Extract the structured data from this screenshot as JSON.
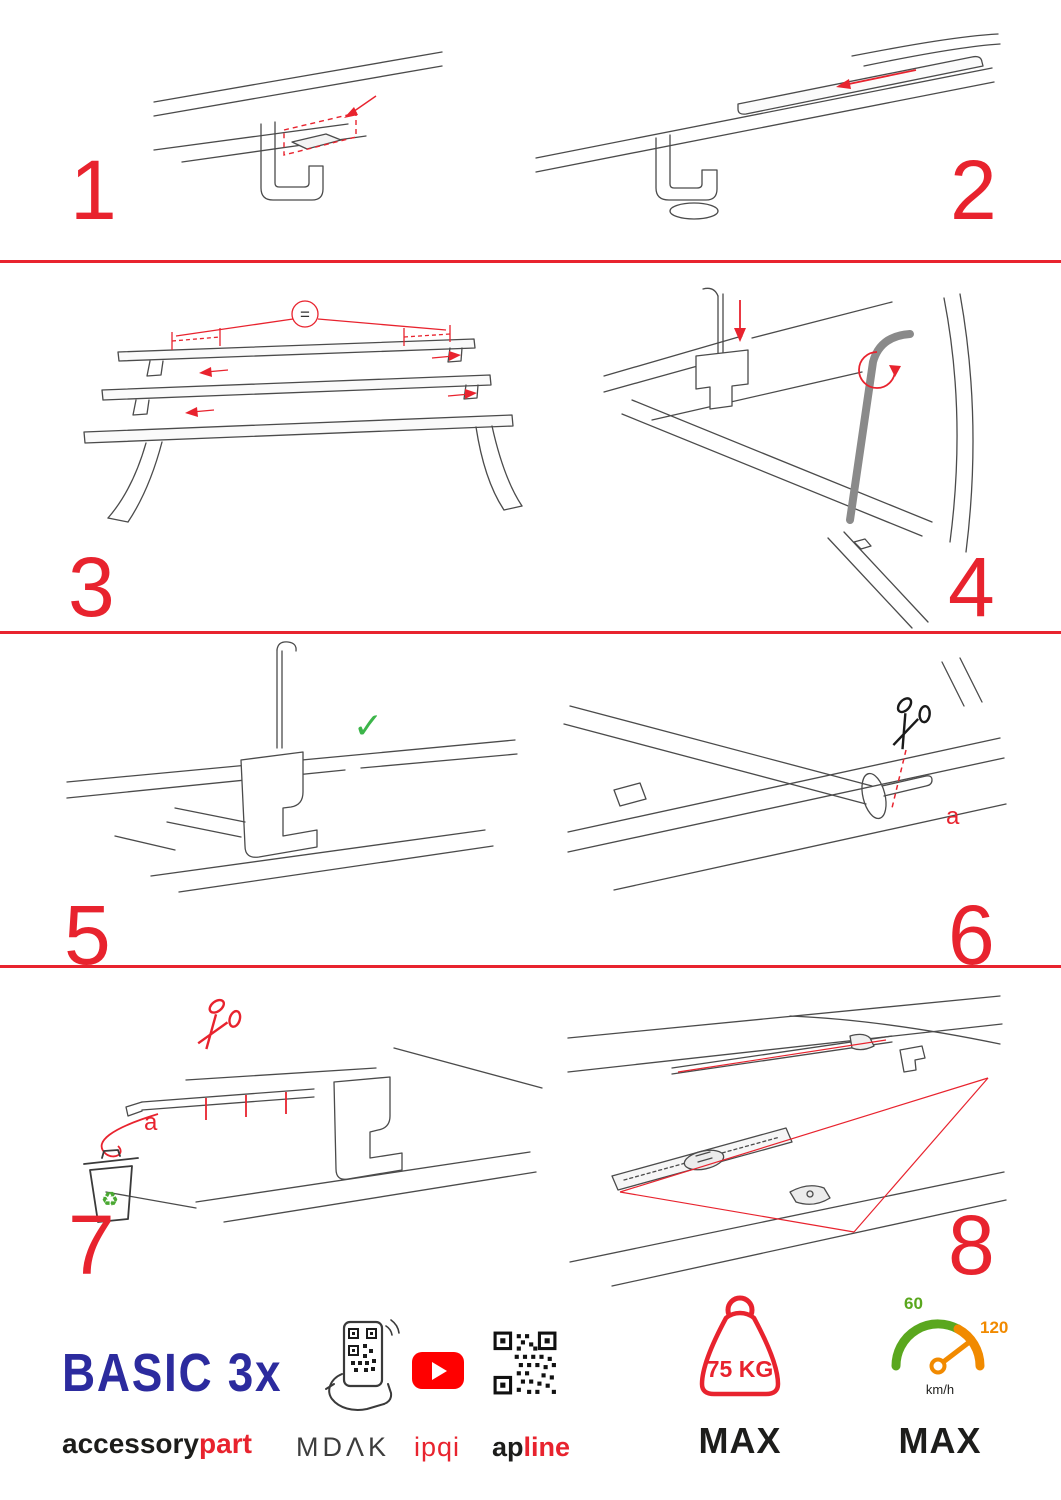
{
  "colors": {
    "accent_red": "#e8232e",
    "brand_blue": "#2c2b9e",
    "check_green": "#3cb54a",
    "recycle_green": "#4aa832",
    "gauge_green": "#5aa71e",
    "gauge_orange": "#f18a00",
    "youtube_red": "#ff0000"
  },
  "steps": [
    {
      "label": "1"
    },
    {
      "label": "2"
    },
    {
      "label": "3"
    },
    {
      "label": "4"
    },
    {
      "label": "5"
    },
    {
      "label": "6"
    },
    {
      "label": "7"
    },
    {
      "label": "8"
    }
  ],
  "labels": {
    "equal": "=",
    "a_step6": "a",
    "a_step7": "a"
  },
  "icons": {
    "check": "✓",
    "recycle": "♻"
  },
  "footer": {
    "product_name": "BASIC 3x",
    "brand_part1": "accessory",
    "brand_part2": "part",
    "qr_scan_label": "MDΛK",
    "youtube_label": "ipqi",
    "apline_part1": "ap",
    "apline_part2": "line",
    "weight_value": "75 KG",
    "weight_max_label": "MAX",
    "speed_tick_low": "60",
    "speed_tick_high": "120",
    "speed_unit": "km/h",
    "speed_max_label": "MAX"
  }
}
